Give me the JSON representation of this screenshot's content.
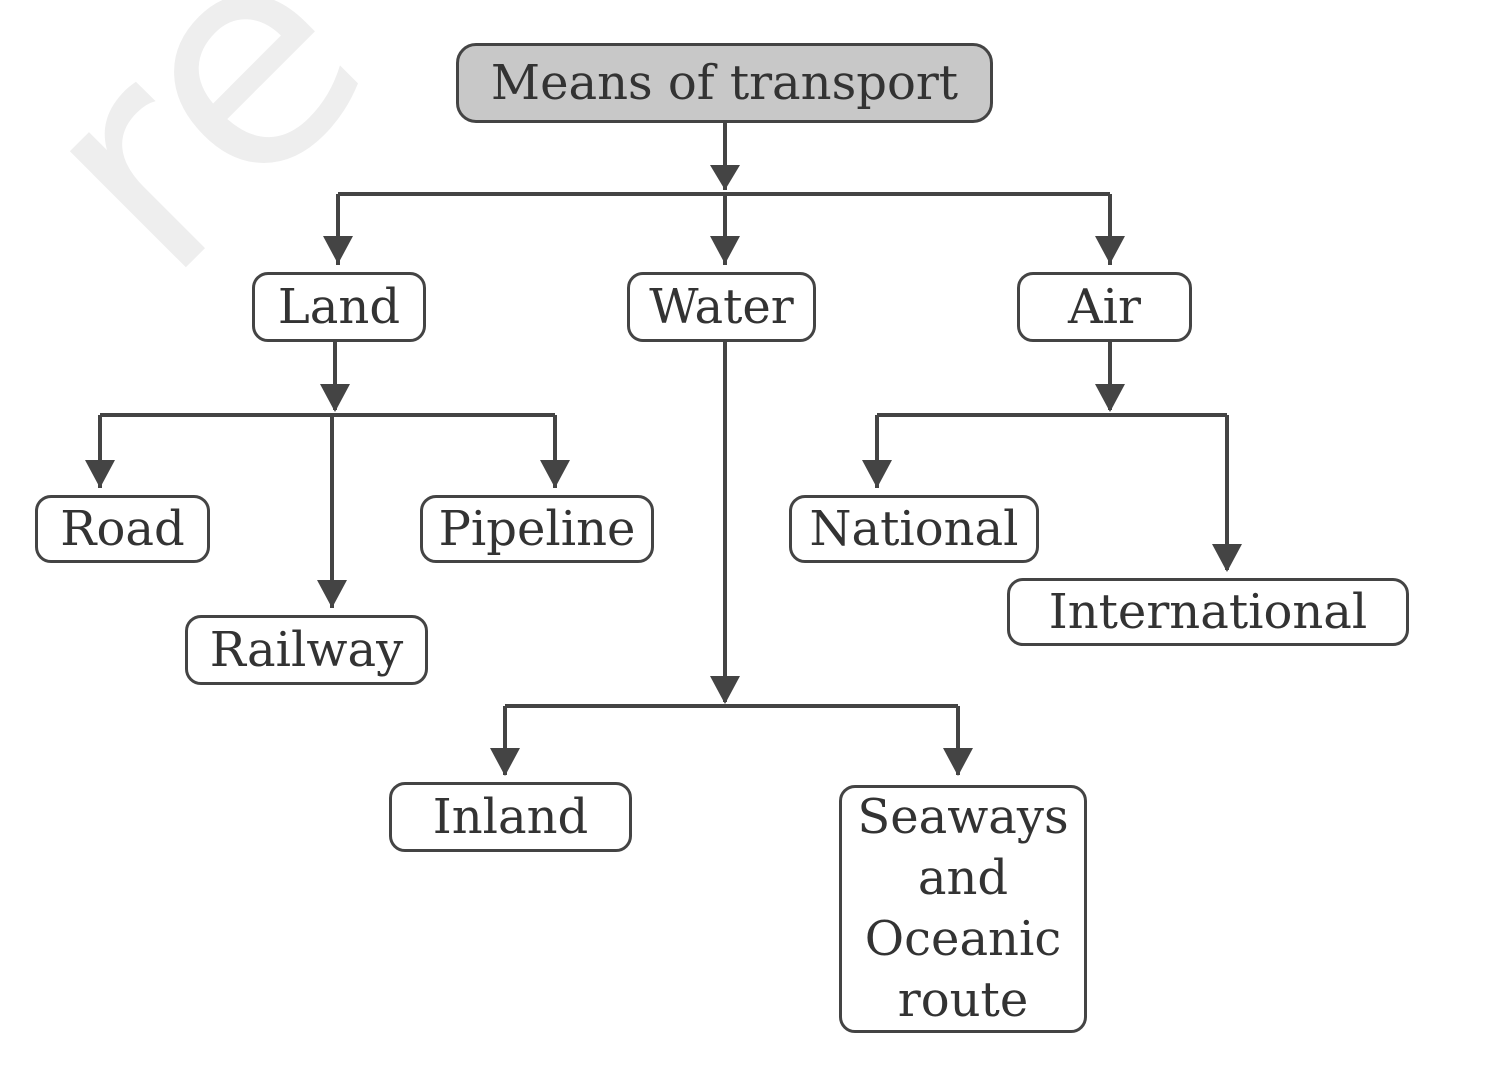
{
  "diagram": {
    "nodes": {
      "root": "Means of transport",
      "land": "Land",
      "water": "Water",
      "air": "Air",
      "road": "Road",
      "railway": "Railway",
      "pipeline": "Pipeline",
      "national": "National",
      "international": "International",
      "inland": "Inland",
      "seaways": "Seaways and Oceanic route"
    },
    "edges": [
      [
        "root",
        "land"
      ],
      [
        "root",
        "water"
      ],
      [
        "root",
        "air"
      ],
      [
        "land",
        "road"
      ],
      [
        "land",
        "railway"
      ],
      [
        "land",
        "pipeline"
      ],
      [
        "air",
        "national"
      ],
      [
        "air",
        "international"
      ],
      [
        "water",
        "inland"
      ],
      [
        "water",
        "seaways"
      ]
    ],
    "colors": {
      "line": "#444444",
      "root_fill": "#c8c8c8",
      "box_fill": "#ffffff",
      "text": "#333333"
    }
  }
}
